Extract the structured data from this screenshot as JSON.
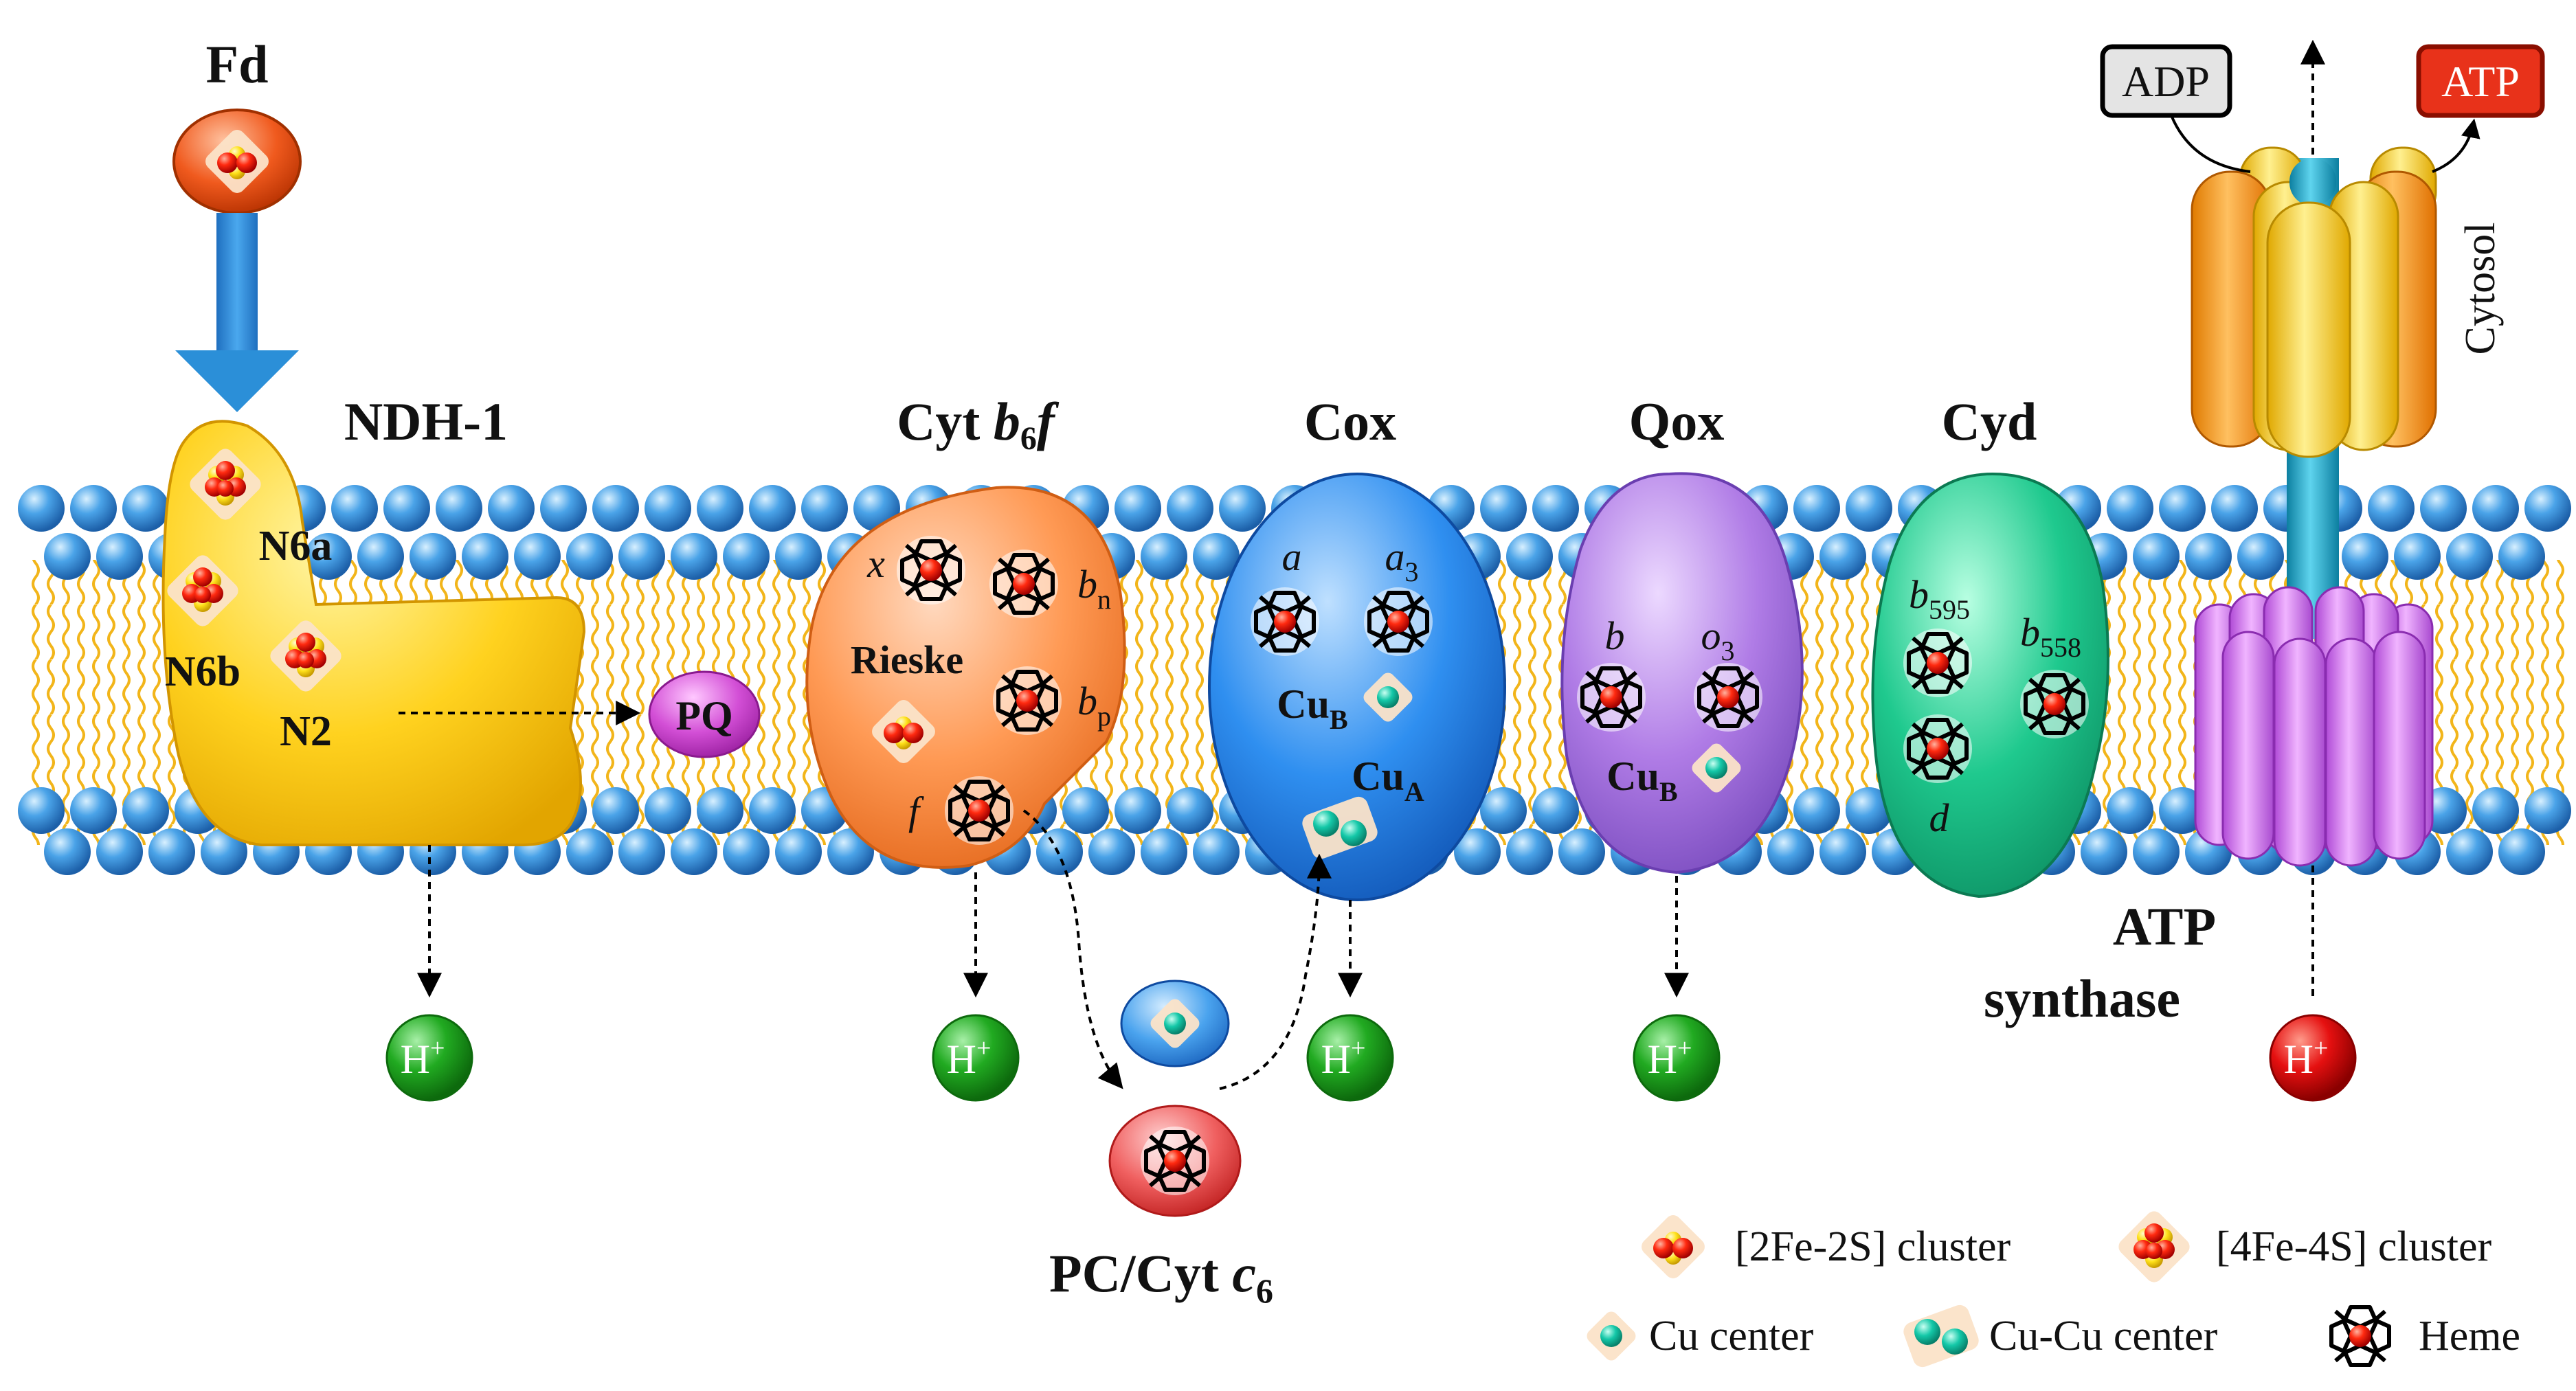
{
  "donor": {
    "label": "Fd"
  },
  "membrane_label": "Cytosol",
  "complexes": {
    "ndh1": {
      "label": "NDH-1",
      "clusters": [
        "N6a",
        "N6b",
        "N2"
      ]
    },
    "b6f": {
      "label_main": "Cyt ",
      "label_b": "b",
      "label_sub6": "6",
      "label_f": "f",
      "hemes": [
        "x",
        "b",
        "n",
        "b",
        "p",
        "f"
      ],
      "rieske": "Rieske"
    },
    "cox": {
      "label": "Cox",
      "heme_a": "a",
      "heme_a3": "a",
      "a3_sub": "3",
      "cub": "Cu",
      "cub_sub": "B",
      "cua": "Cu",
      "cua_sub": "A"
    },
    "qox": {
      "label": "Qox",
      "heme_b": "b",
      "heme_o3": "o",
      "o3_sub": "3",
      "cub": "Cu",
      "cub_sub": "B"
    },
    "cyd": {
      "label": "Cyd",
      "b595": "b",
      "b595_sub": "595",
      "b558": "b",
      "b558_sub": "558",
      "d": "d"
    },
    "atp_synthase": {
      "label_line1": "ATP",
      "label_line2": "synthase",
      "adp": "ADP",
      "atp": "ATP"
    }
  },
  "carriers": {
    "pq": "PQ",
    "pc_label": "PC/Cyt ",
    "pc_c": "c",
    "pc_sub": "6"
  },
  "proton": {
    "h": "H",
    "plus": "+"
  },
  "legend": {
    "fe2s2": "[2Fe-2S] cluster",
    "fe4s4": "[4Fe-4S] cluster",
    "cu": "Cu center",
    "cucu": "Cu-Cu center",
    "heme": "Heme"
  },
  "colors": {
    "ndh1": "#ffd21f",
    "b6f": "#ff9a55",
    "cox": "#2f8ff0",
    "qox": "#b07ce6",
    "cyd": "#1fc98e",
    "atp_purple": "#d46ff0",
    "atp_orange": "#ff9a1a",
    "atp_yellow": "#ffd21f",
    "stalk": "#1ba6c9",
    "proton_green": "#1faa1f",
    "proton_red": "#e01010",
    "fd": "#f05a1e",
    "pq": "#d34fd6",
    "pc": "#f06060",
    "arrow_blue": "#2b8fd8",
    "lipid_head": "#3a8fd8",
    "lipid_tail": "#f2b51a"
  }
}
